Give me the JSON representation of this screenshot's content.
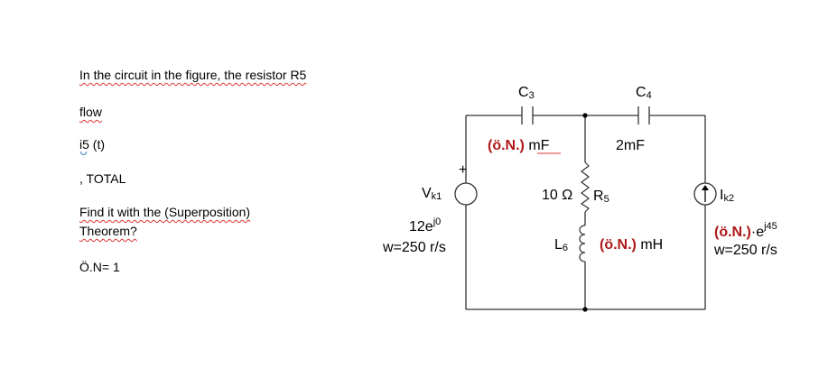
{
  "question": {
    "line1": "In the circuit in the figure, the resistor R5",
    "line2": "flow",
    "line3_main": "i",
    "line3_sub": "5",
    "line3_rest": " (t)",
    "line4": ", TOTAL",
    "line5": "Find it with the (Superposition)",
    "line6": "Theorem?",
    "line7": "Ö.N= 1"
  },
  "circuit": {
    "c3_name": "C",
    "c3_sub": "3",
    "c3_value_red": "(ö.N.)",
    "c3_value_unit": " mF",
    "c4_name": "C",
    "c4_sub": "4",
    "c4_value": "2mF",
    "vk1_name": "V",
    "vk1_sub": "k1",
    "vk1_plus": "+",
    "vk1_amp": "12e",
    "vk1_exp": "j0",
    "vk1_freq": "w=250 r/s",
    "r5_value": "10 Ω",
    "r5_name": "R",
    "r5_sub": "5",
    "l6_name": "L",
    "l6_sub": "6",
    "l6_value_red": "(ö.N.)",
    "l6_value_unit": " mH",
    "ik2_name": "I",
    "ik2_sub": "k2",
    "ik2_amp_red": "(ö.N.)",
    "ik2_amp_rest": "·e",
    "ik2_exp": "j45",
    "ik2_freq": "w=250 r/s"
  },
  "colors": {
    "accent_red": "#b01818",
    "spell_underline": "#d33"
  }
}
